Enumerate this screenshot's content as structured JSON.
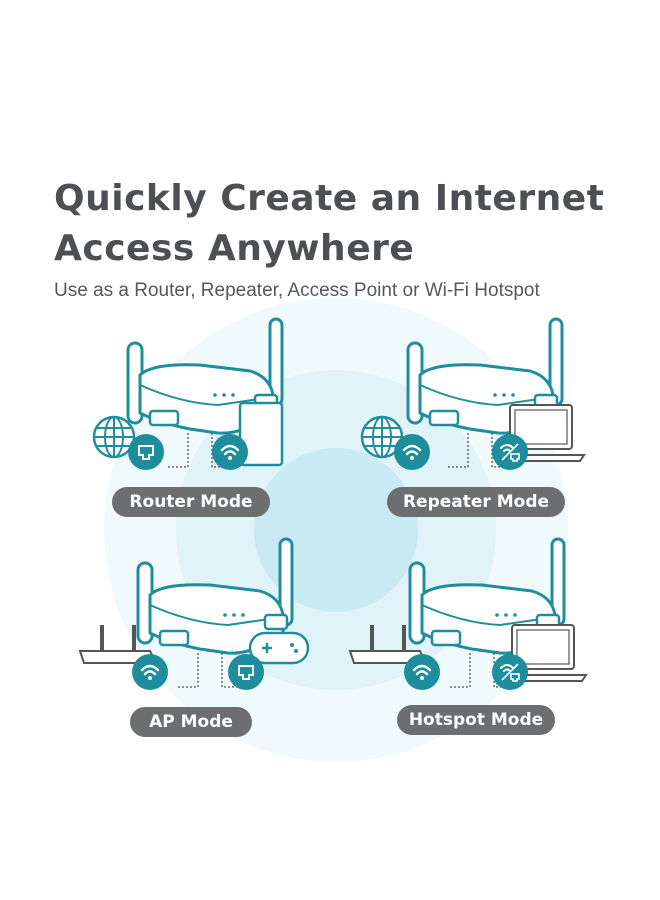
{
  "heading": {
    "line1": "Quickly Create an Internet",
    "line2": "Access Anywhere",
    "subtitle": "Use as a Router, Repeater, Access Point or Wi-Fi Hotspot"
  },
  "colors": {
    "accent": "#1f8e9c",
    "pill": "#6d6e70",
    "text": "#4d4f52",
    "glow": "#d9f0f8"
  },
  "modes": [
    {
      "label": "Router Mode",
      "icons": [
        "globe-icon",
        "ethernet-icon",
        "wifi-icon",
        "phone-icon"
      ]
    },
    {
      "label": "Repeater Mode",
      "icons": [
        "globe-icon",
        "wifi-icon",
        "wifi-ethernet-icon",
        "laptop-icon"
      ]
    },
    {
      "label": "AP Mode",
      "icons": [
        "router-icon",
        "wifi-icon",
        "ethernet-icon",
        "gamepad-icon"
      ]
    },
    {
      "label": "Hotspot Mode",
      "icons": [
        "router-icon",
        "wifi-icon",
        "wifi-ethernet-icon",
        "laptop-icon"
      ]
    }
  ]
}
